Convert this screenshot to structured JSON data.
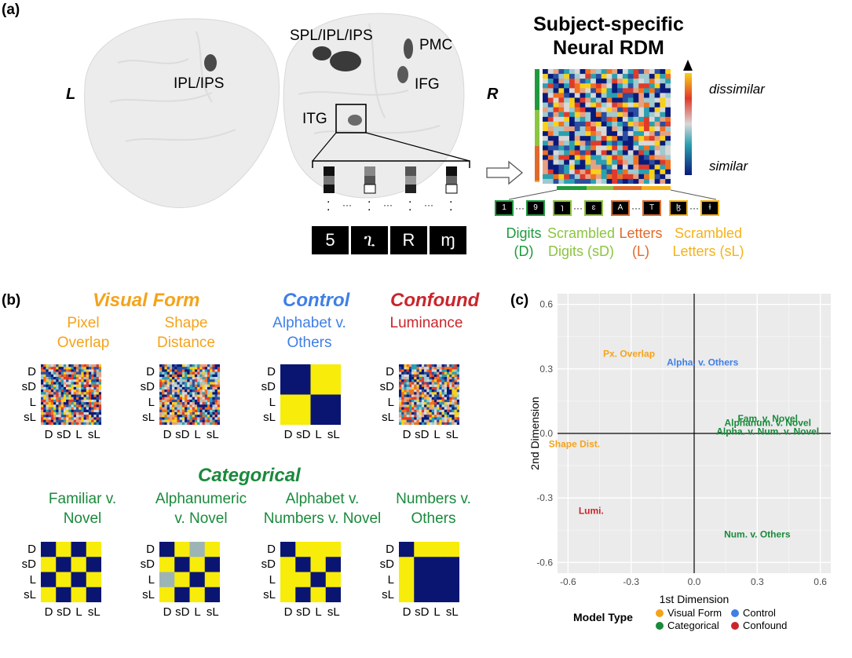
{
  "panel_a": {
    "label": "(a)",
    "hemi_left": "L",
    "hemi_right": "R",
    "regions": [
      "IPL/IPS",
      "SPL/IPL/IPS",
      "PMC",
      "IFG",
      "ITG"
    ],
    "rdm_title_line1": "Subject-specific",
    "rdm_title_line2": "Neural RDM",
    "scale_top": "dissimilar",
    "scale_bottom": "similar",
    "stimuli": [
      "5",
      "ጊ",
      "R",
      "ɱ"
    ],
    "mini_stimuli": [
      "1",
      "9",
      "ɿ",
      "ɛ",
      "A",
      "T",
      "ɮ",
      "ɫ"
    ],
    "ellipsis": "···",
    "categories": [
      {
        "line1": "Digits",
        "line2": "(D)",
        "color": "#1e9a3d"
      },
      {
        "line1": "Scrambled",
        "line2": "Digits (sD)",
        "color": "#8cc540"
      },
      {
        "line1": "Letters",
        "line2": "(L)",
        "color": "#e06a2b"
      },
      {
        "line1": "Scrambled",
        "line2": "Letters (sL)",
        "color": "#f5b21b"
      }
    ]
  },
  "panel_b": {
    "label": "(b)",
    "groups": {
      "visual_form": {
        "title": "Visual Form",
        "color": "#f5a31a"
      },
      "control": {
        "title": "Control",
        "color": "#3f7fe6"
      },
      "confound": {
        "title": "Confound",
        "color": "#c9262b"
      },
      "categorical": {
        "title": "Categorical",
        "color": "#1a8a3c"
      }
    },
    "models_top": [
      {
        "line1": "Pixel",
        "line2": "Overlap",
        "color": "#f5a31a"
      },
      {
        "line1": "Shape",
        "line2": "Distance",
        "color": "#f5a31a"
      },
      {
        "line1": "Alphabet v.",
        "line2": "Others",
        "color": "#3f7fe6"
      },
      {
        "line1": "",
        "line2": "Luminance",
        "color": "#c9262b"
      }
    ],
    "models_bottom": [
      {
        "line1": "Familiar v.",
        "line2": "Novel"
      },
      {
        "line1": "Alphanumeric",
        "line2": "v. Novel"
      },
      {
        "line1": "Alphabet v.",
        "line2": "Numbers v. Novel"
      },
      {
        "line1": "Numbers v.",
        "line2": "Others"
      }
    ],
    "ticks": [
      "D",
      "sD",
      "L",
      "sL"
    ]
  },
  "chart_data": {
    "type": "scatter",
    "panel_label": "(c)",
    "xlabel": "1st Dimension",
    "ylabel": "2nd Dimension",
    "xlim": [
      -0.65,
      0.65
    ],
    "ylim": [
      -0.65,
      0.65
    ],
    "xticks": [
      "-0.6",
      "-0.3",
      "0.0",
      "0.3",
      "0.6"
    ],
    "yticks": [
      "0.6",
      "0.3",
      "0.0",
      "-0.3",
      "-0.6"
    ],
    "grid": true,
    "points": [
      {
        "label": "Px. Overlap",
        "x": -0.31,
        "y": 0.37,
        "type": "Visual Form"
      },
      {
        "label": "Alpha. v. Others",
        "x": 0.04,
        "y": 0.33,
        "type": "Control"
      },
      {
        "label": "Fam. v. Novel",
        "x": 0.35,
        "y": 0.07,
        "type": "Categorical"
      },
      {
        "label": "Alphanum. v. Novel",
        "x": 0.35,
        "y": 0.05,
        "type": "Categorical"
      },
      {
        "label": "Alpha. v. Num. v. Novel",
        "x": 0.35,
        "y": 0.01,
        "type": "Categorical"
      },
      {
        "label": "Shape Dist.",
        "x": -0.57,
        "y": -0.05,
        "type": "Visual Form"
      },
      {
        "label": "Lumi.",
        "x": -0.49,
        "y": -0.36,
        "type": "Confound"
      },
      {
        "label": "Num. v. Others",
        "x": 0.3,
        "y": -0.47,
        "type": "Categorical"
      }
    ],
    "legend": {
      "title": "Model Type",
      "position": "bottom",
      "items": [
        {
          "name": "Visual Form",
          "color": "#f5a31a"
        },
        {
          "name": "Control",
          "color": "#3f7fe6"
        },
        {
          "name": "Categorical",
          "color": "#1a8a3c"
        },
        {
          "name": "Confound",
          "color": "#c9262b"
        }
      ]
    }
  }
}
